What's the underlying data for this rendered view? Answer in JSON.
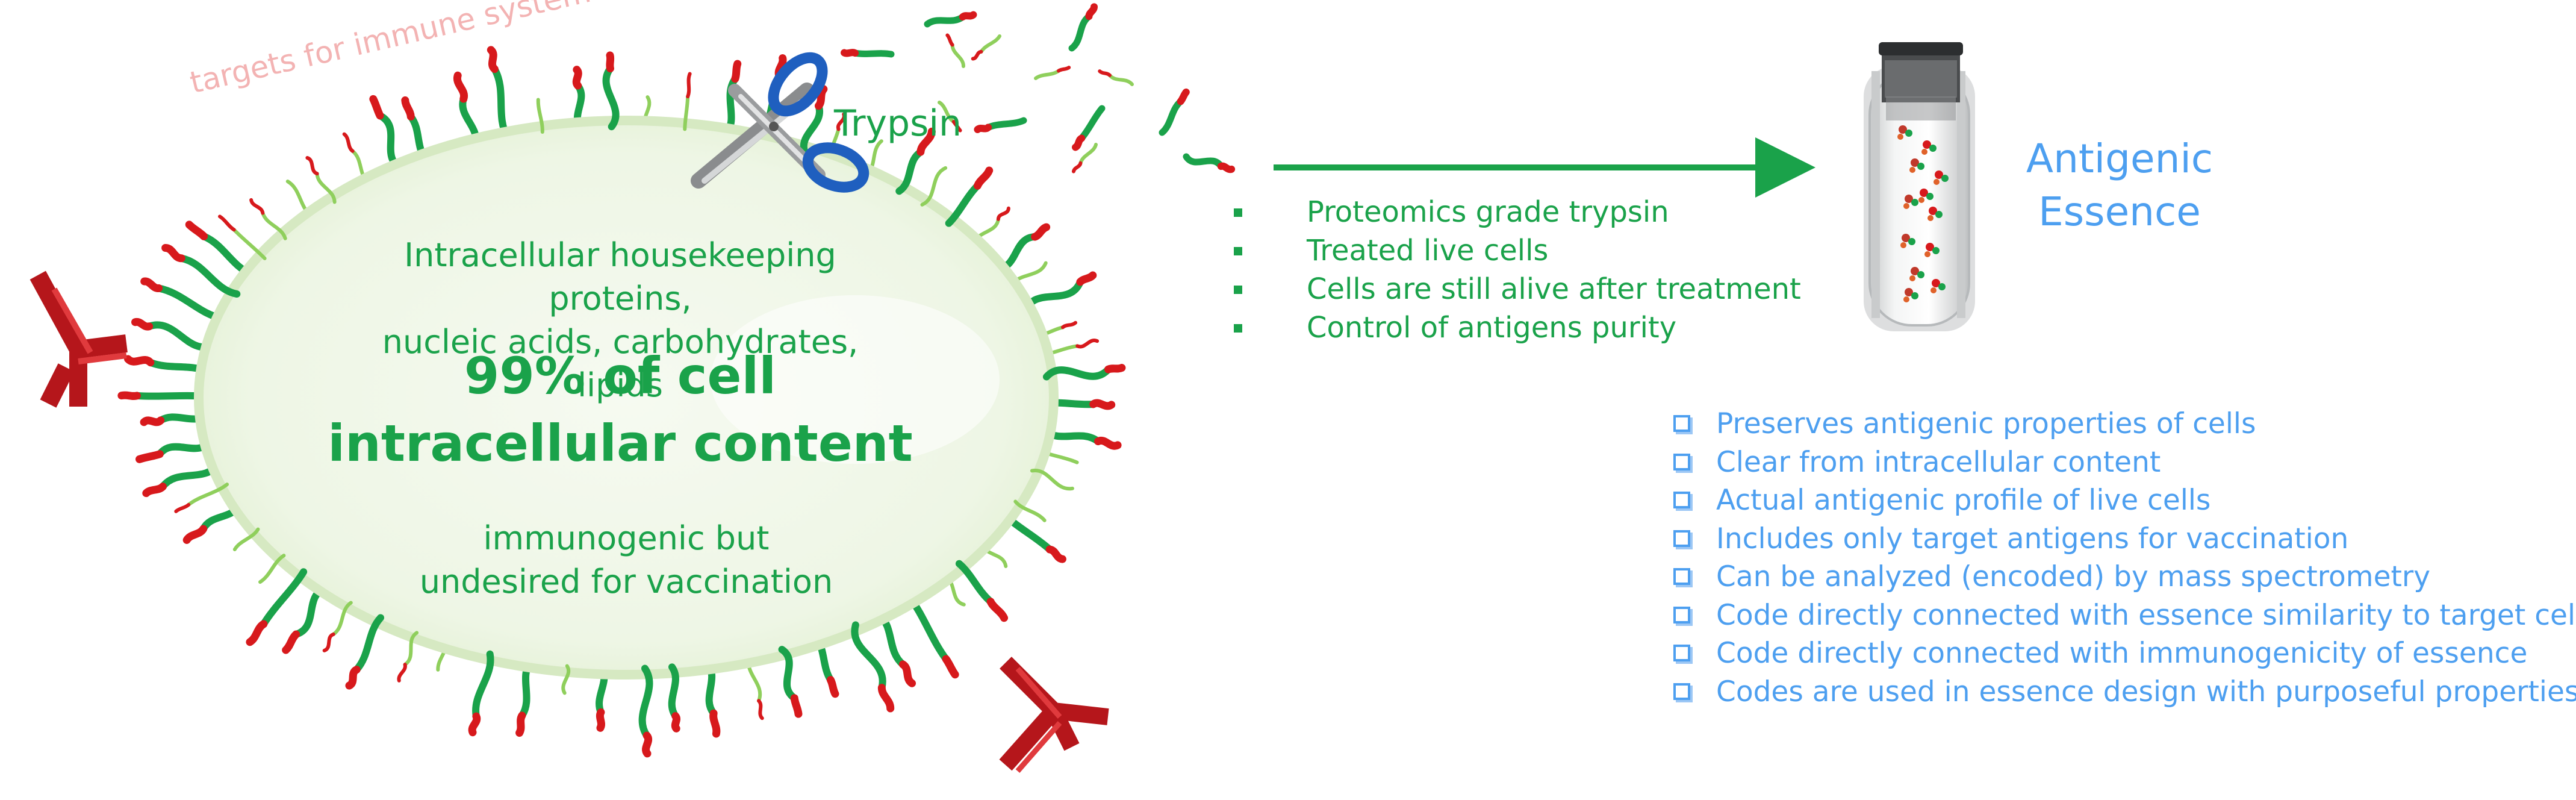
{
  "cell": {
    "targets_label": "targets for immune system",
    "housekeeping_text": "Intracellular housekeeping proteins,\nnucleic acids, carbohydrates, lipids",
    "percent_text": "99% of cell\nintracellular content",
    "note_text": "immunogenic but\nundesired for vaccination"
  },
  "enzyme": {
    "label": "Trypsin",
    "icon": "scissors-icon"
  },
  "process": {
    "items": [
      "Proteomics grade trypsin",
      "Treated live cells",
      "Cells are still alive after treatment",
      "Control of antigens purity"
    ]
  },
  "essence": {
    "title": "Antigenic\nEssence",
    "icon": "test-tube-icon"
  },
  "benefits": {
    "items": [
      "Preserves antigenic properties of cells",
      "Clear from intracellular content",
      "Actual antigenic profile of live cells",
      "Includes only target antigens for vaccination",
      "Can be analyzed (encoded) by mass spectrometry",
      "Code directly connected with essence similarity to target cells",
      "Code directly connected with immunogenicity of essence",
      "Codes are used in essence design with purposeful properties"
    ]
  },
  "colors": {
    "green": "#1aa24a",
    "blue": "#4d9ff0",
    "antigen_red": "#d7191c",
    "membrane": "#d8ebc4",
    "cell_fill": "#eef6e6"
  }
}
